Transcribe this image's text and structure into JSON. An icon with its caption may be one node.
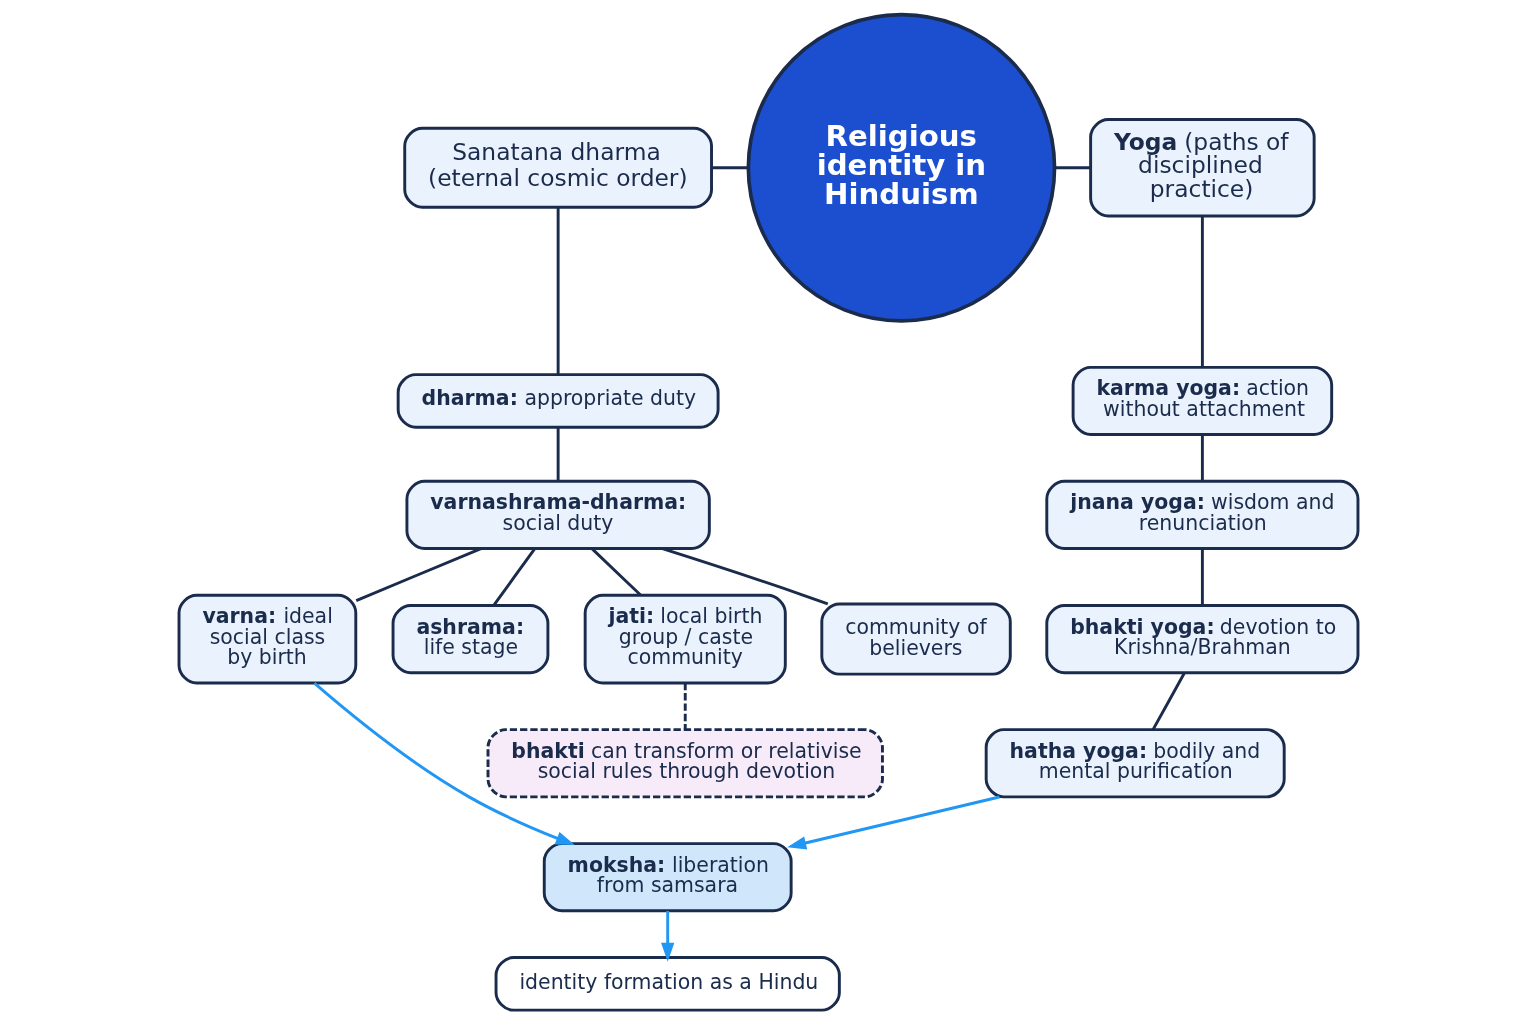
{
  "diagram": {
    "nodes": [
      {
        "text": [
          "Religious identity in Hinduism"
        ]
      },
      {
        "text": [
          "Sanatana dharma (eternal cosmic order)"
        ]
      },
      {
        "text": [
          "**Yoga** (paths of disciplined practice)"
        ]
      },
      {
        "text": [
          "**dharma:** appropriate duty"
        ]
      },
      {
        "text": [
          "**varnashrama-dharma:** social duty"
        ]
      },
      {
        "text": [
          "**varna:** ideal social class by birth"
        ]
      },
      {
        "text": [
          "**ashrama:** life stage"
        ]
      },
      {
        "text": [
          "**jati:** local birth group / caste community"
        ]
      },
      {
        "text": [
          "community of believers"
        ]
      },
      {
        "text": [
          "**bhakti** can transform or relativise social rules through devotion"
        ]
      },
      {
        "text": [
          "**karma yoga:** action without attachment"
        ]
      },
      {
        "text": [
          "**jnana yoga:** wisdom and renunciation"
        ]
      },
      {
        "text": [
          "**bhakti yoga:** devotion to Krishna/Brahman"
        ]
      },
      {
        "text": [
          "**hatha yoga:** bodily and mental purification"
        ]
      },
      {
        "text": [
          "**moksha:** liberation from samsara"
        ]
      },
      {
        "text": [
          "identity formation as a Hindu"
        ]
      }
    ],
    "edges": [
      {
        "from": 1,
        "to": 0,
        "arrow": "none"
      },
      {
        "from": 0,
        "to": 2,
        "arrow": "none"
      },
      {
        "from": 1,
        "to": 3,
        "arrow": "none"
      },
      {
        "from": 3,
        "to": 4,
        "arrow": "none"
      },
      {
        "from": 4,
        "to": 5,
        "arrow": "none"
      },
      {
        "from": 4,
        "to": 6,
        "arrow": "none"
      },
      {
        "from": 4,
        "to": 7,
        "arrow": "none"
      },
      {
        "from": 4,
        "to": 8,
        "arrow": "none"
      },
      {
        "from": 7,
        "to": 9,
        "arrow": "none",
        "style": "dashed"
      },
      {
        "from": 2,
        "to": 10,
        "arrow": "none"
      },
      {
        "from": 10,
        "to": 11,
        "arrow": "none"
      },
      {
        "from": 11,
        "to": 12,
        "arrow": "none"
      },
      {
        "from": 12,
        "to": 13,
        "arrow": "none"
      },
      {
        "from": 5,
        "to": 14,
        "arrow": "to",
        "color": "#2196f3"
      },
      {
        "from": 13,
        "to": 14,
        "arrow": "to",
        "color": "#2196f3"
      },
      {
        "from": 14,
        "to": 15,
        "arrow": "to",
        "color": "#2196f3"
      }
    ]
  }
}
